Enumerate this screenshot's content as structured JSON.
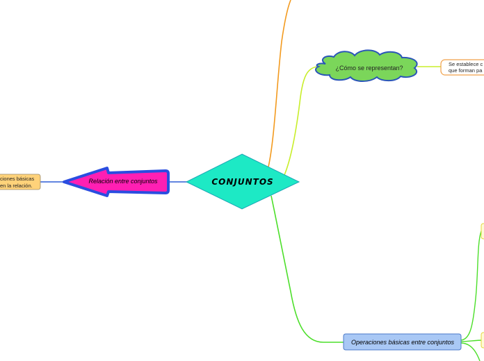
{
  "central": {
    "label": "CONJUNTOS",
    "color": "#1de9c5"
  },
  "topics": {
    "representation": {
      "label": "¿Cómo se representan?",
      "color": "#7bd65a"
    },
    "relation": {
      "label": "Relación entre conjuntos",
      "color": "#ff1fb3",
      "border": "#2a4de0"
    },
    "operations": {
      "label": "Operaciones básicas entre conjuntos",
      "color": "#a9c8f5"
    }
  },
  "notes": {
    "representation_note": {
      "line1": "Se establece c",
      "line2": "que forman pa"
    },
    "relation_note": {
      "line1": "ciones básicas",
      "line2": "en la relación."
    }
  },
  "branch_colors": {
    "orange": "#f39a1e",
    "yellow_green": "#c8ee2a",
    "green": "#4cdf2a",
    "blue": "#2d5bd6"
  }
}
